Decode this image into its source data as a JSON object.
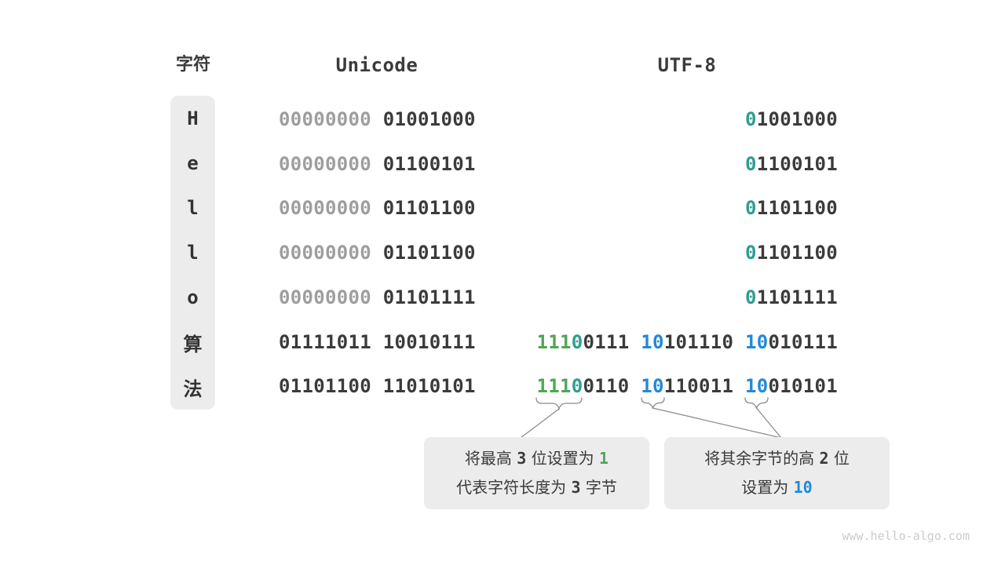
{
  "headers": {
    "char": "字符",
    "unicode": "Unicode",
    "utf8": "UTF-8"
  },
  "rows": [
    {
      "char": "H",
      "unicode": [
        {
          "t": "00000000",
          "c": "gray"
        },
        {
          "t": " "
        },
        {
          "t": "01001000"
        }
      ],
      "utf8": [
        {
          "t": "0",
          "c": "teal"
        },
        {
          "t": "1001000"
        }
      ]
    },
    {
      "char": "e",
      "unicode": [
        {
          "t": "00000000",
          "c": "gray"
        },
        {
          "t": " "
        },
        {
          "t": "01100101"
        }
      ],
      "utf8": [
        {
          "t": "0",
          "c": "teal"
        },
        {
          "t": "1100101"
        }
      ]
    },
    {
      "char": "l",
      "unicode": [
        {
          "t": "00000000",
          "c": "gray"
        },
        {
          "t": " "
        },
        {
          "t": "01101100"
        }
      ],
      "utf8": [
        {
          "t": "0",
          "c": "teal"
        },
        {
          "t": "1101100"
        }
      ]
    },
    {
      "char": "l",
      "unicode": [
        {
          "t": "00000000",
          "c": "gray"
        },
        {
          "t": " "
        },
        {
          "t": "01101100"
        }
      ],
      "utf8": [
        {
          "t": "0",
          "c": "teal"
        },
        {
          "t": "1101100"
        }
      ]
    },
    {
      "char": "o",
      "unicode": [
        {
          "t": "00000000",
          "c": "gray"
        },
        {
          "t": " "
        },
        {
          "t": "01101111"
        }
      ],
      "utf8": [
        {
          "t": "0",
          "c": "teal"
        },
        {
          "t": "1101111"
        }
      ]
    },
    {
      "char": "算",
      "unicode": [
        {
          "t": "01111011"
        },
        {
          "t": " "
        },
        {
          "t": "10010111"
        }
      ],
      "utf8": [
        {
          "t": "111",
          "c": "green"
        },
        {
          "t": "0",
          "c": "teal"
        },
        {
          "t": "0111"
        },
        {
          "t": " "
        },
        {
          "t": "10",
          "c": "blue"
        },
        {
          "t": "101110"
        },
        {
          "t": " "
        },
        {
          "t": "10",
          "c": "blue"
        },
        {
          "t": "010111"
        }
      ]
    },
    {
      "char": "法",
      "unicode": [
        {
          "t": "01101100"
        },
        {
          "t": " "
        },
        {
          "t": "11010101"
        }
      ],
      "utf8": [
        {
          "t": "111",
          "c": "green"
        },
        {
          "t": "0",
          "c": "teal"
        },
        {
          "t": "0110"
        },
        {
          "t": " "
        },
        {
          "t": "10",
          "c": "blue"
        },
        {
          "t": "110011"
        },
        {
          "t": " "
        },
        {
          "t": "10",
          "c": "blue"
        },
        {
          "t": "010101"
        }
      ]
    }
  ],
  "annotations": [
    {
      "lines": [
        [
          {
            "t": "将最高 "
          },
          {
            "t": "3",
            "c": "num"
          },
          {
            "t": " 位设置为 "
          },
          {
            "t": "1",
            "c": "green"
          }
        ],
        [
          {
            "t": "代表字符长度为 "
          },
          {
            "t": "3",
            "c": "num"
          },
          {
            "t": " 字节"
          }
        ]
      ]
    },
    {
      "lines": [
        [
          {
            "t": "将其余字节的高 "
          },
          {
            "t": "2",
            "c": "num"
          },
          {
            "t": " 位"
          }
        ],
        [
          {
            "t": "设置为 "
          },
          {
            "t": "10",
            "c": "blue"
          }
        ]
      ]
    }
  ],
  "watermark": "www.hello-algo.com",
  "colors": {
    "digit_dark": "#3b3b3b",
    "digit_gray": "#9e9e9e",
    "leading_zero_teal": "#2f9e8f",
    "header_bits_green": "#52a556",
    "continuation_bits_blue": "#2289d9",
    "panel_background": "#ececec"
  }
}
